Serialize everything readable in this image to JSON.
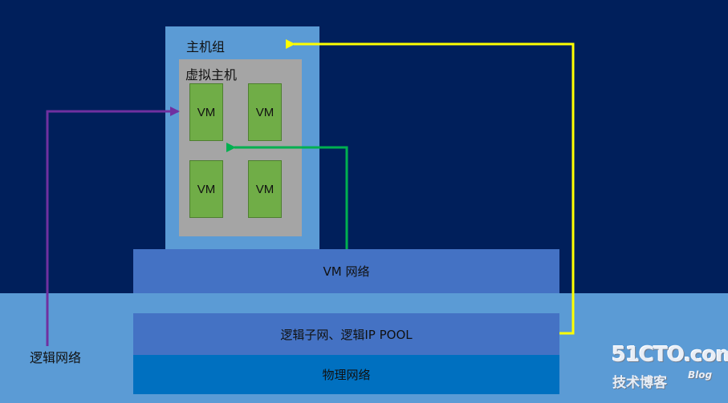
{
  "labels": {
    "host_group": "主机组",
    "virtual_host": "虚拟主机",
    "vm": [
      "VM",
      "VM",
      "VM",
      "VM"
    ],
    "vm_network": "VM 网络",
    "logical_subnet": "逻辑子网、逻辑IP POOL",
    "physical_network": "物理网络",
    "logical_network": "逻辑网络"
  },
  "watermark": {
    "main": "51CTO.com",
    "sub": "技术博客",
    "blog": "Blog"
  },
  "colors": {
    "background_dark": "#001f5b",
    "background_light": "#5b9bd5",
    "host_group": "#5b9bd5",
    "virtual_host": "#a5a5a5",
    "vm": "#70ad47",
    "network_band": "#4472c4",
    "physical_band": "#0070c0",
    "arrow_yellow": "#ffff00",
    "arrow_green": "#00b050",
    "arrow_purple": "#7030a0"
  }
}
